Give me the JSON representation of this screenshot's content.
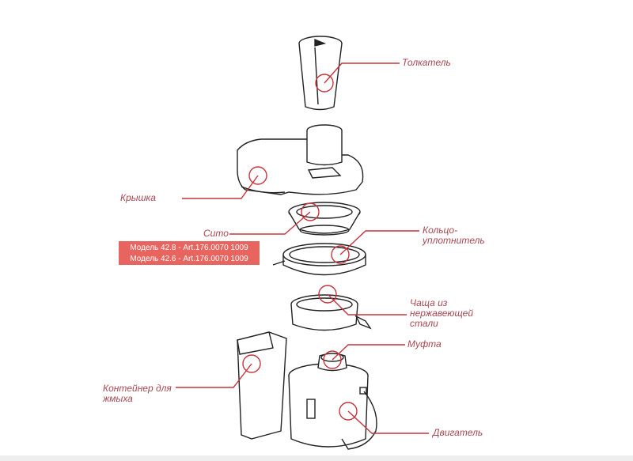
{
  "labels": {
    "pusher": "Толкатель",
    "lid": "Крышка",
    "sieve": "Сито",
    "ring_1": "Кольцо-",
    "ring_2": "уплотнитель",
    "bowl_1": "Чаща из",
    "bowl_2": "нержавеющей",
    "bowl_3": "стали",
    "coupling": "Муфта",
    "container_1": "Контейнер для",
    "container_2": "жмыха",
    "motor": "Двигатель"
  },
  "models": [
    "Модель 42.8 - Art.176.0070 1009",
    "Модель 42.6 - Art.176.0070 1009"
  ],
  "colors": {
    "leader": "#c8343c",
    "box": "#e8655f",
    "label": "#a8474f"
  }
}
